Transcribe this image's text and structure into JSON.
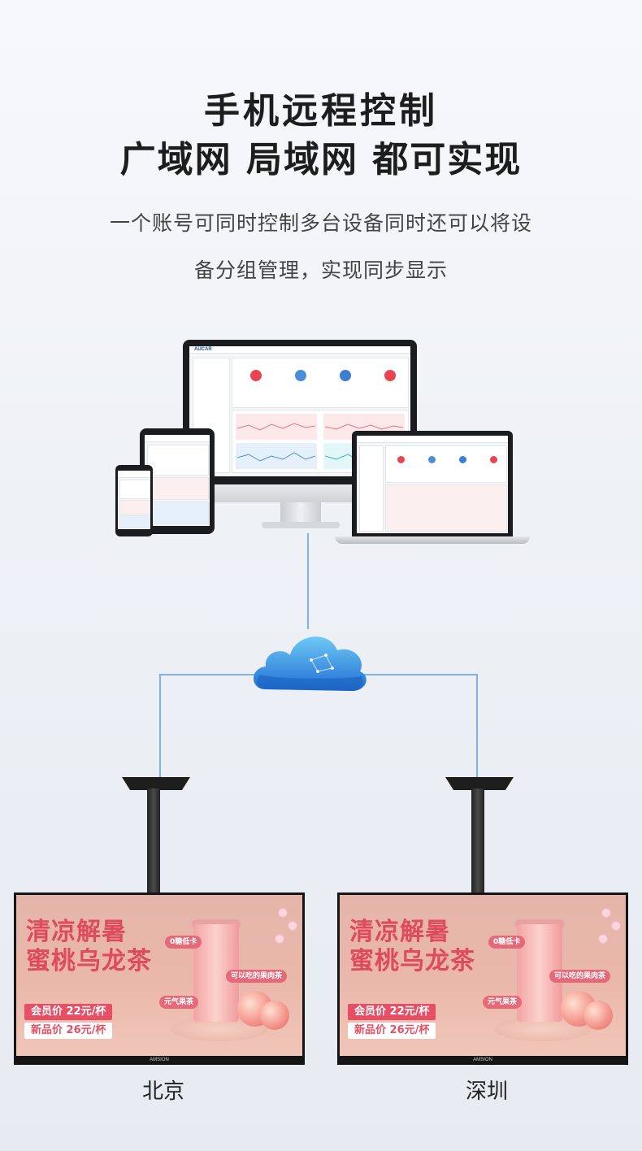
{
  "heading": {
    "line1": "手机远程控制",
    "line2": "广域网 局域网 都可实现"
  },
  "description": {
    "line1": "一个账号可同时控制多台设备同时还可以将设",
    "line2": "备分组管理，实现同步显示"
  },
  "dashboard": {
    "brand": "AUCAR"
  },
  "displays": [
    {
      "city": "北京",
      "brand": "AMSION",
      "ad": {
        "headline1": "清凉解暑",
        "headline2": "蜜桃乌龙茶",
        "tag1": "0糖低卡",
        "tag2": "可以吃的果肉茶",
        "tag3": "元气果茶",
        "price1_label": "会员价",
        "price1_value": "22元/杯",
        "price2_label": "新品价",
        "price2_value": "26元/杯"
      }
    },
    {
      "city": "深圳",
      "brand": "AMSION",
      "ad": {
        "headline1": "清凉解暑",
        "headline2": "蜜桃乌龙茶",
        "tag1": "0糖低卡",
        "tag2": "可以吃的果肉茶",
        "tag3": "元气果茶",
        "price1_label": "会员价",
        "price1_value": "22元/杯",
        "price2_label": "新品价",
        "price2_value": "26元/杯"
      }
    }
  ],
  "colors": {
    "accent": "#e04a5f",
    "line": "#7fb3e8",
    "cloud": "#2d8ae0"
  }
}
